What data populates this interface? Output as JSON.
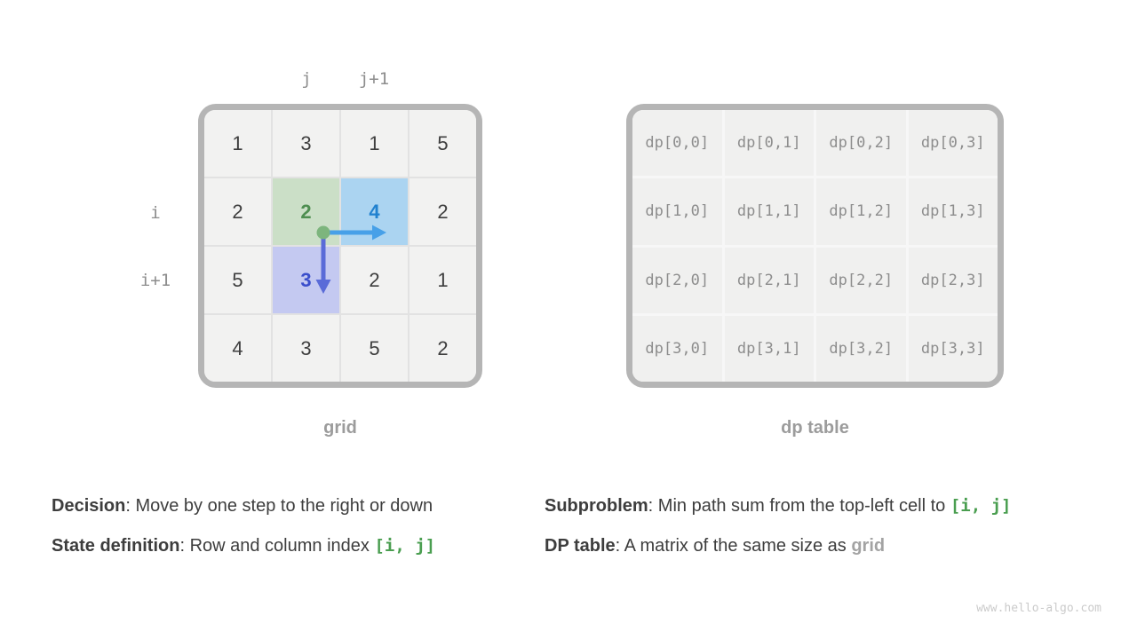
{
  "page": {
    "watermark": "www.hello-algo.com",
    "background": "#ffffff"
  },
  "colors": {
    "code_green": "#4a9e50",
    "muted_gray": "#a3a3a3",
    "panel_border": "#b5b5b5",
    "cell_bg": "#f2f2f1",
    "dp_cell_bg": "#f0f0ef"
  },
  "grid_panel": {
    "caption": "grid",
    "top_labels": [
      "j",
      "j+1"
    ],
    "side_labels": [
      "i",
      "i+1"
    ],
    "rows": [
      [
        "1",
        "3",
        "1",
        "5"
      ],
      [
        "2",
        "2",
        "4",
        "2"
      ],
      [
        "5",
        "3",
        "2",
        "1"
      ],
      [
        "4",
        "3",
        "5",
        "2"
      ]
    ],
    "highlights": [
      {
        "row": 1,
        "col": 1,
        "bg": "#cbdfc7",
        "fg": "#4e8e50",
        "name": "current-cell"
      },
      {
        "row": 1,
        "col": 2,
        "bg": "#abd4f1",
        "fg": "#2181cf",
        "name": "move-right-cell"
      },
      {
        "row": 2,
        "col": 1,
        "bg": "#c4c9f1",
        "fg": "#3a4ecb",
        "name": "move-down-cell"
      }
    ],
    "marker": {
      "dot_color": "#7db57d",
      "right_arrow_color": "#47a0e8",
      "down_arrow_color": "#5a6bd8"
    }
  },
  "dp_panel": {
    "caption": "dp table",
    "rows": [
      [
        "dp[0,0]",
        "dp[0,1]",
        "dp[0,2]",
        "dp[0,3]"
      ],
      [
        "dp[1,0]",
        "dp[1,1]",
        "dp[1,2]",
        "dp[1,3]"
      ],
      [
        "dp[2,0]",
        "dp[2,1]",
        "dp[2,2]",
        "dp[2,3]"
      ],
      [
        "dp[3,0]",
        "dp[3,1]",
        "dp[3,2]",
        "dp[3,3]"
      ]
    ]
  },
  "notes": {
    "left": [
      {
        "label": "Decision",
        "text": ": Move by one step to the right or down",
        "code": ""
      },
      {
        "label": "State definition",
        "text": ": Row and column index ",
        "code": "[i, j]"
      }
    ],
    "right": [
      {
        "label": "Subproblem",
        "text": ": Min path sum from the top-left cell to ",
        "code": "[i, j]",
        "muted": ""
      },
      {
        "label": "DP table",
        "text": ": A matrix of the same size as ",
        "code": "",
        "muted": "grid"
      }
    ]
  }
}
